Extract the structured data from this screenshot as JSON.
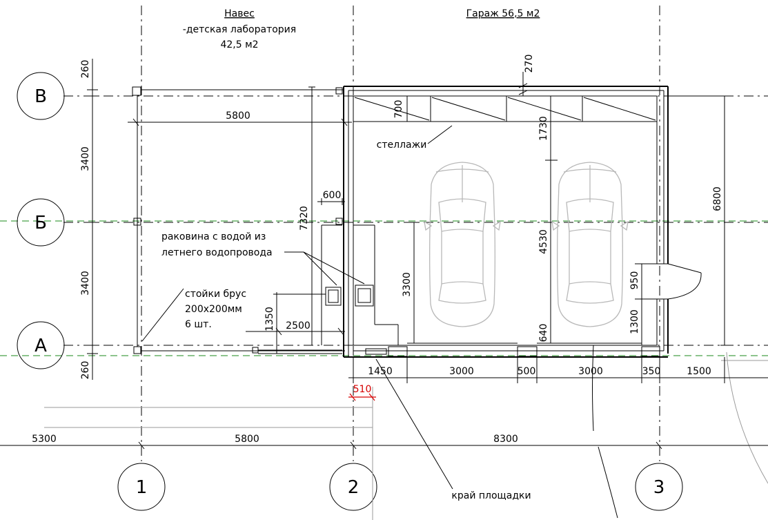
{
  "titles": {
    "canopy_line1": "Навес",
    "canopy_line2": "-детская лаборатория",
    "canopy_line3": "42,5 м2",
    "garage": "Гараж 56,5 м2"
  },
  "axes": {
    "row_v": "В",
    "row_b": "Б",
    "row_a": "А",
    "col_1": "1",
    "col_2": "2",
    "col_3": "3"
  },
  "dims": {
    "d260_top": "260",
    "d3400_upper": "3400",
    "d3400_lower": "3400",
    "d260_bottom": "260",
    "d5800_inner": "5800",
    "d7320": "7320",
    "d600": "600",
    "d2500": "2500",
    "d1350": "1350",
    "d270": "270",
    "d700": "700",
    "d1730": "1730",
    "d3300": "3300",
    "d4530": "4530",
    "d640": "640",
    "d950": "950",
    "d1300": "1300",
    "d6800": "6800",
    "d1450": "1450",
    "d3000_left": "3000",
    "d500": "500",
    "d3000_right": "3000",
    "d350": "350",
    "d1500": "1500",
    "d510": "510",
    "d5300": "5300",
    "d5800_bottom": "5800",
    "d8300": "8300"
  },
  "labels": {
    "shelves": "стеллажи",
    "sink_line1": "раковина с водой из",
    "sink_line2": "летнего водопровода",
    "posts_line1": "стойки брус",
    "posts_line2": "200х200мм",
    "posts_line3": "6 шт.",
    "edge": "край площадки"
  }
}
